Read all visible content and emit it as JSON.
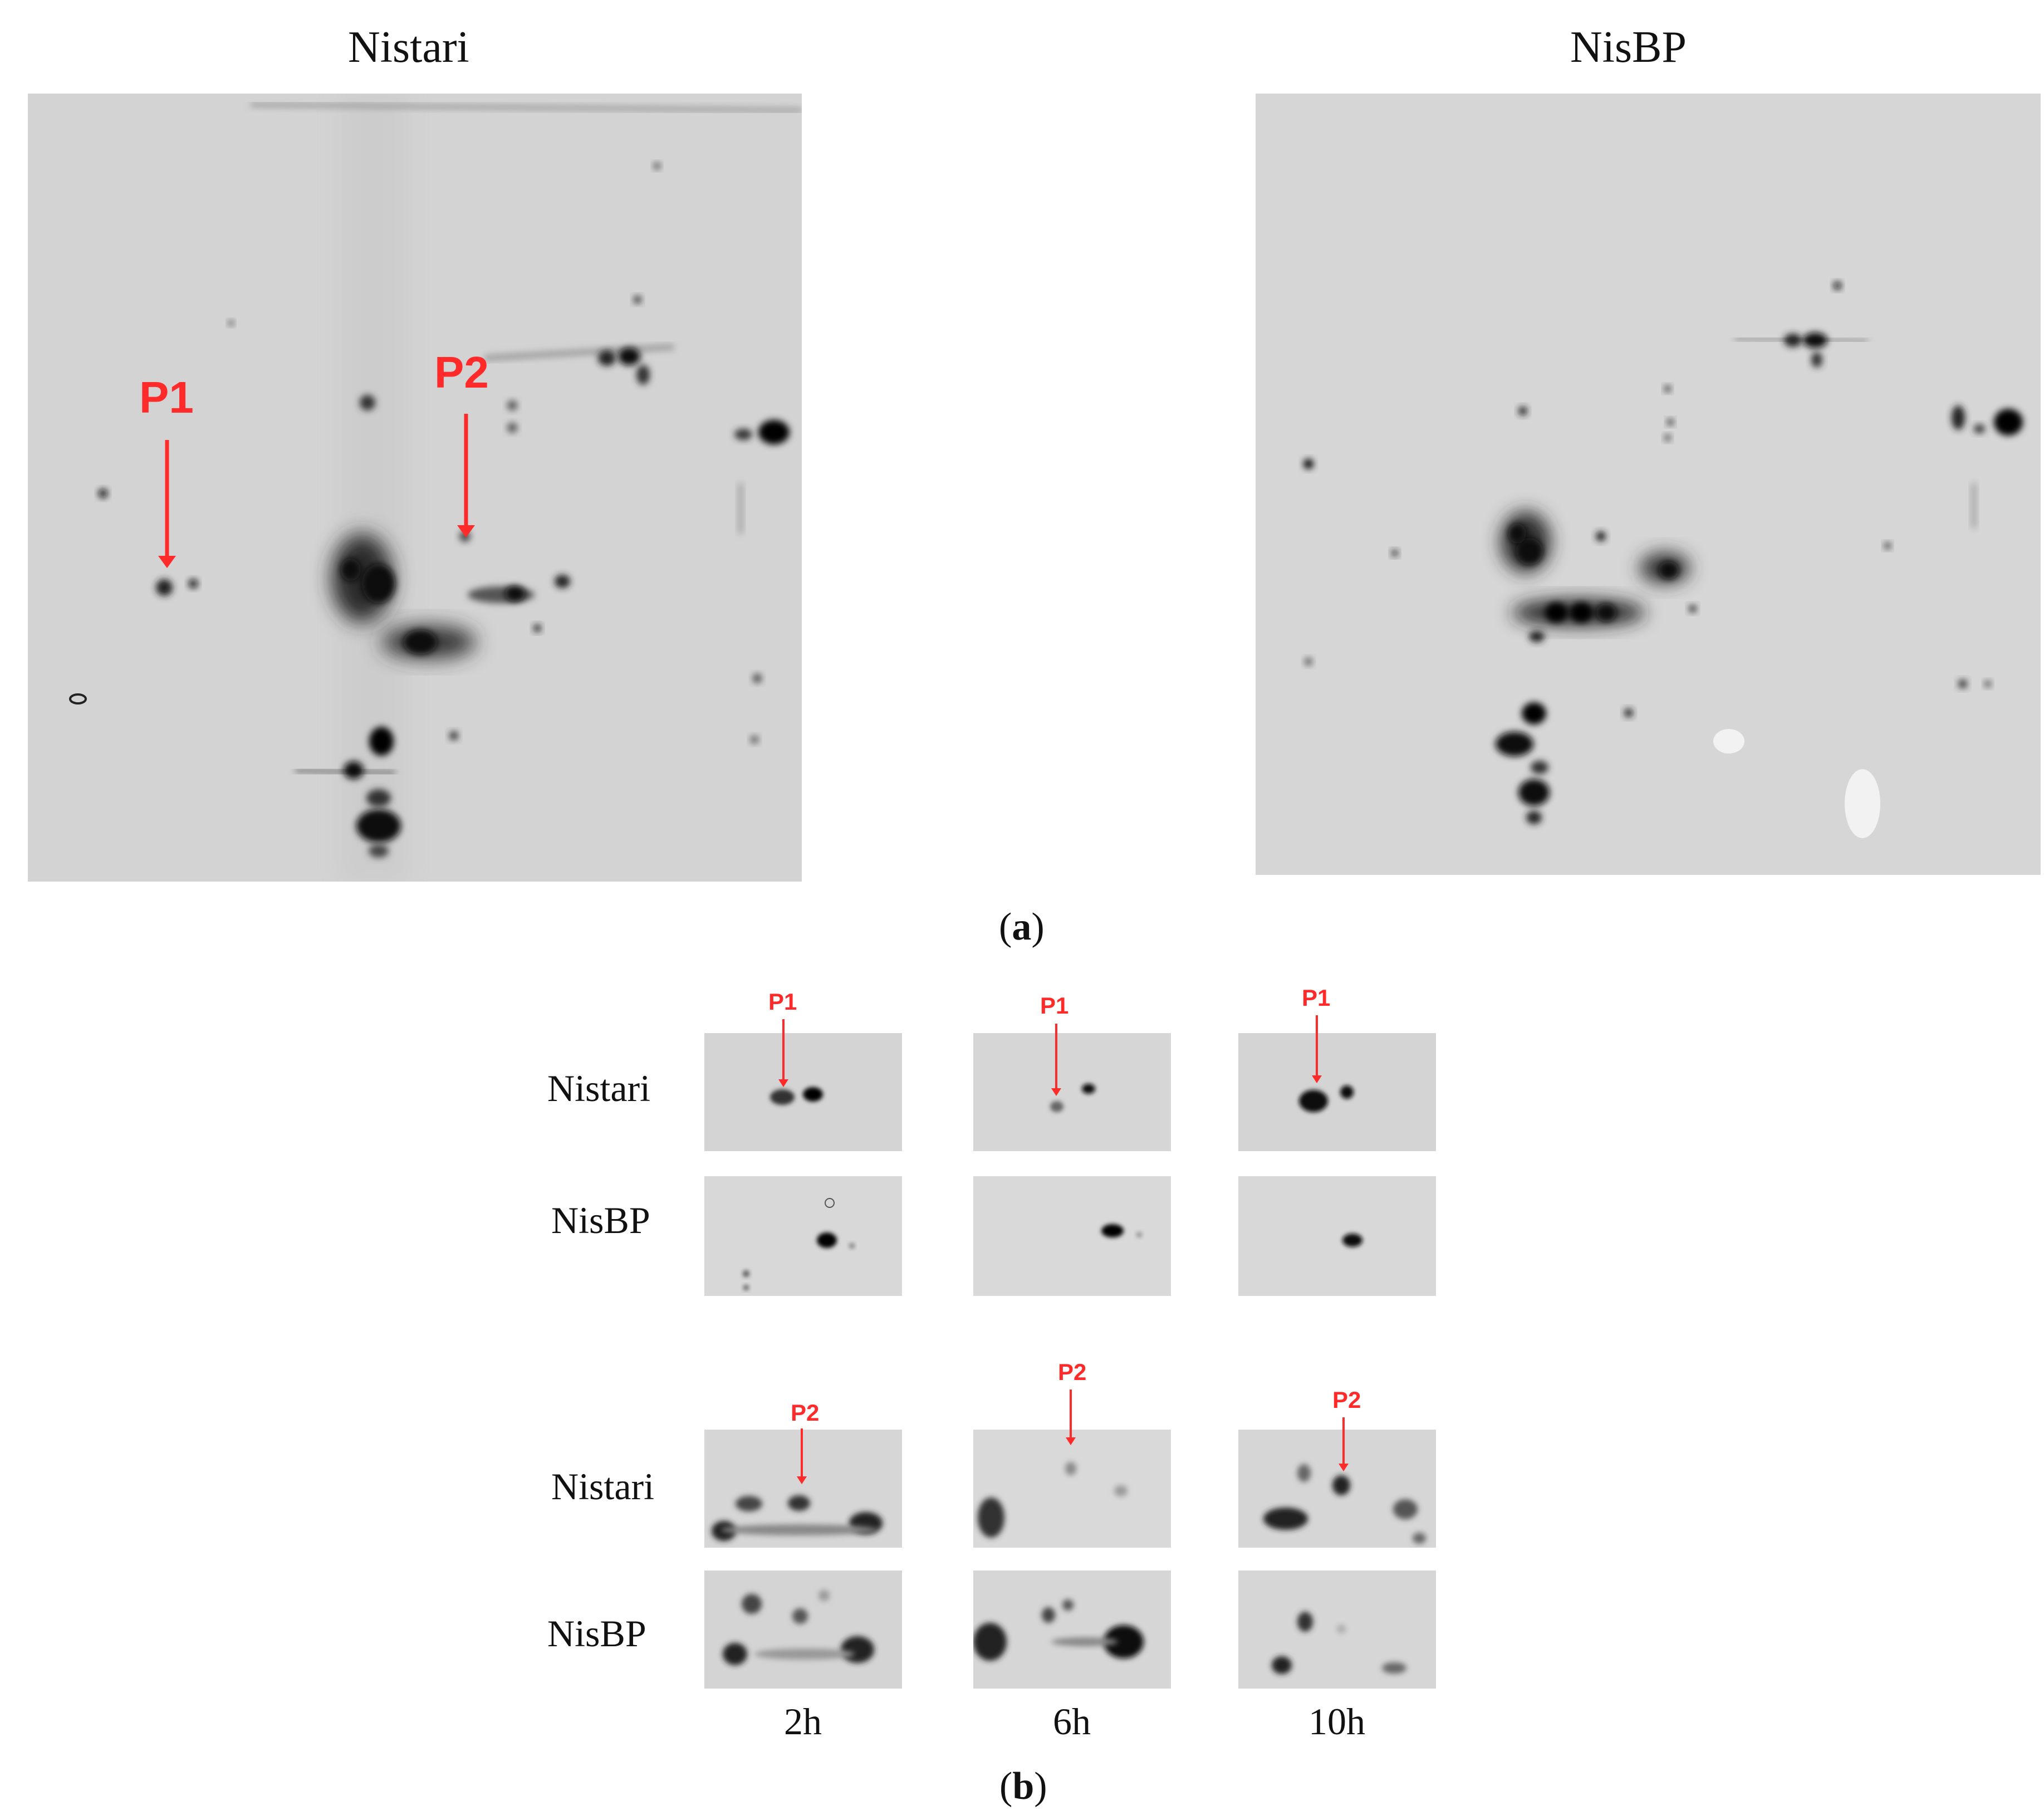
{
  "panel_a": {
    "gel_left_title": "Nistari",
    "gel_right_title": "NisBP",
    "marker_p1": "P1",
    "marker_p2": "P2",
    "caption_open": "(",
    "caption_letter": "a",
    "caption_close": ")"
  },
  "panel_b": {
    "rows": [
      {
        "label": "Nistari",
        "markers": [
          "P1",
          "P1",
          "P1"
        ]
      },
      {
        "label": "NisBP",
        "markers": []
      },
      {
        "label": "Nistari",
        "markers": [
          "P2",
          "P2",
          "P2"
        ]
      },
      {
        "label": "NisBP",
        "markers": []
      }
    ],
    "times": [
      "2h",
      "6h",
      "10h"
    ],
    "caption_open": "(",
    "caption_letter": "b",
    "caption_close": ")"
  },
  "colors": {
    "gel_background": "#d4d4d4",
    "spot": "#111111",
    "marker": "#ff2a2a"
  }
}
